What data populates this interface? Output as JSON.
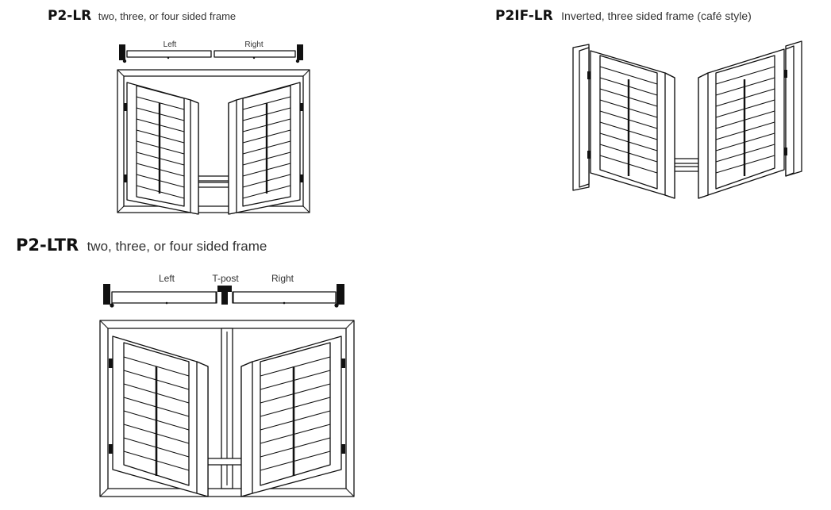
{
  "configs": [
    {
      "code": "P2-LR",
      "description": "two, three, or four sided frame",
      "labels": {
        "left": "Left",
        "right": "Right"
      }
    },
    {
      "code": "P2IF-LR",
      "description": "Inverted, three sided frame (café style)"
    },
    {
      "code": "P2-LTR",
      "description": "two, three, or four sided frame",
      "labels": {
        "left": "Left",
        "middle": "T-post",
        "right": "Right"
      }
    }
  ]
}
